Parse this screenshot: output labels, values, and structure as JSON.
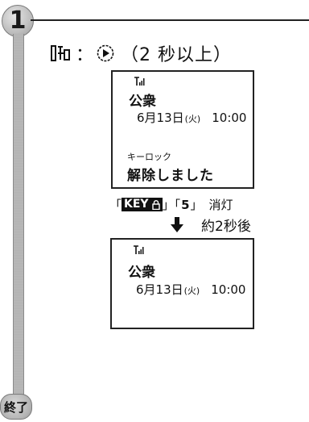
{
  "step": {
    "number": "1",
    "end_label": "終了"
  },
  "instruction": {
    "colon": "：",
    "text": "（2 秒以上）"
  },
  "screen_before": {
    "carrier": "公衆",
    "date": "6月13日",
    "day": "(火)",
    "time": "10:00",
    "lock_label": "キーロック",
    "lock_message": "解除しました"
  },
  "lights": {
    "open_bracket": "「",
    "key_label": "KEY",
    "middle": "」「",
    "five_label": "5",
    "close_bracket": "」",
    "status": "消灯"
  },
  "transition": {
    "after_text": "約2秒後"
  },
  "screen_after": {
    "carrier": "公衆",
    "date": "6月13日",
    "day": "(火)",
    "time": "10:00"
  }
}
